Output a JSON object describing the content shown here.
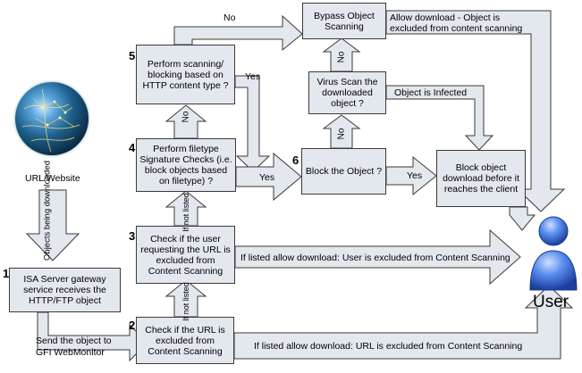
{
  "source": {
    "label": "URL/Website",
    "arrow_label": "Objects being downloaded"
  },
  "steps": {
    "s1": {
      "num": "1",
      "text": "ISA Server gateway service receives the HTTP/FTP object"
    },
    "s2": {
      "num": "2",
      "text": "Check if the URL is excluded from Content Scanning"
    },
    "s3": {
      "num": "3",
      "text": "Check if the user requesting the URL is excluded from Content Scanning"
    },
    "s4": {
      "num": "4",
      "text": "Perform filetype Signature Checks (i.e. block objects based on filetype) ?"
    },
    "s5": {
      "num": "5",
      "text": "Perform scanning/ blocking based on HTTP content type ?"
    },
    "s6": {
      "num": "6",
      "text": "Block the Object ?"
    }
  },
  "virus_scan": "Virus Scan the downloaded object ?",
  "bypass": "Bypass Object Scanning",
  "block_before": "Block object download before it reaches the client",
  "labels": {
    "send_to_gfi": "Send the object to GFI WebMonitor",
    "url_excluded": "If listed allow download: URL is excluded from Content Scanning",
    "user_excluded": "If listed allow download: User is excluded from Content Scanning",
    "allow_excluded": "Allow download - Object is excluded from content scanning",
    "infected": "Object is Infected",
    "no": "No",
    "yes": "Yes",
    "if_not_listed": "If not listed"
  },
  "user_label": "User",
  "colors": {
    "box_fill": "#e3e8ef",
    "stroke": "#3a3a3a",
    "user_blue": "#2f63d6"
  },
  "icons": [
    "globe-icon",
    "user-icon"
  ]
}
